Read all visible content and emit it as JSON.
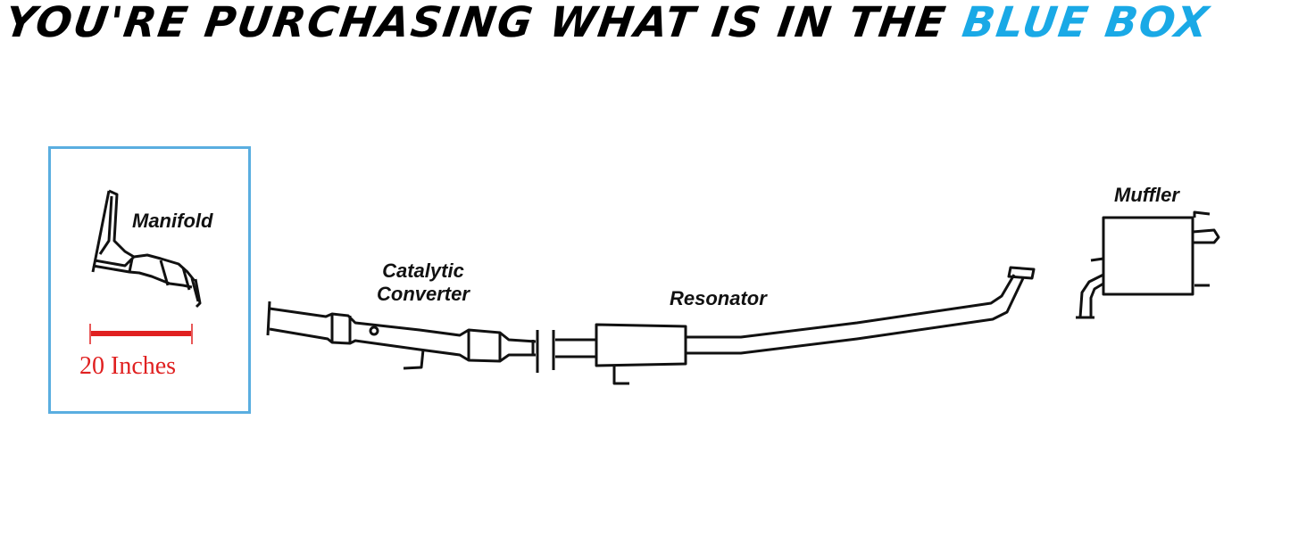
{
  "header": {
    "title_main": "YOU'RE PURCHASING WHAT IS IN THE",
    "title_accent": "BLUE BOX",
    "accent_color": "#1aa9e6"
  },
  "parts": {
    "manifold": "Manifold",
    "catalytic_line1": "Catalytic",
    "catalytic_line2": "Converter",
    "resonator": "Resonator",
    "muffler": "Muffler"
  },
  "dimension": {
    "label": "20 Inches",
    "color": "#e02020"
  }
}
